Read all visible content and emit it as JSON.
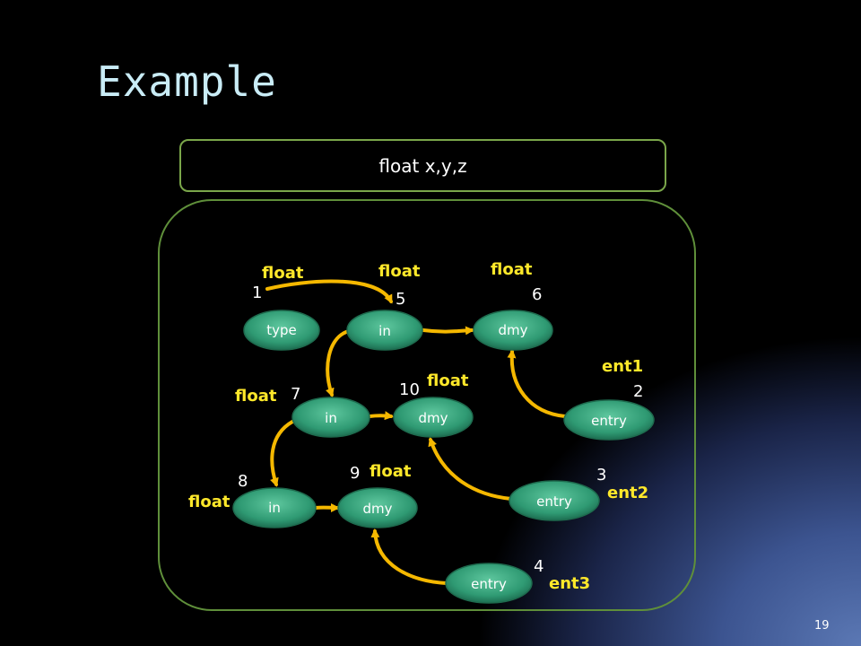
{
  "title": "Example",
  "declaration": "float x,y,z",
  "page_number": "19",
  "nodes": [
    {
      "id": "type",
      "label": "type",
      "number": "1"
    },
    {
      "id": "in1",
      "label": "in",
      "number": "5"
    },
    {
      "id": "dmy1",
      "label": "dmy",
      "number": "6"
    },
    {
      "id": "in2",
      "label": "in",
      "number": "7"
    },
    {
      "id": "dmy2",
      "label": "dmy",
      "number": "10"
    },
    {
      "id": "entry1",
      "label": "entry",
      "number": "2"
    },
    {
      "id": "in3",
      "label": "in",
      "number": "8"
    },
    {
      "id": "dmy3",
      "label": "dmy",
      "number": "9"
    },
    {
      "id": "entry2",
      "label": "entry",
      "number": "3"
    },
    {
      "id": "entry3",
      "label": "entry",
      "number": "4"
    }
  ],
  "annotations": {
    "float_label": "float",
    "ent1": "ent1",
    "ent2": "ent2",
    "ent3": "ent3"
  },
  "colors": {
    "node_fill": "#3fa882",
    "arrow": "#f5b800",
    "label_yellow": "#ffe82a",
    "box_border": "#6a9a40"
  }
}
